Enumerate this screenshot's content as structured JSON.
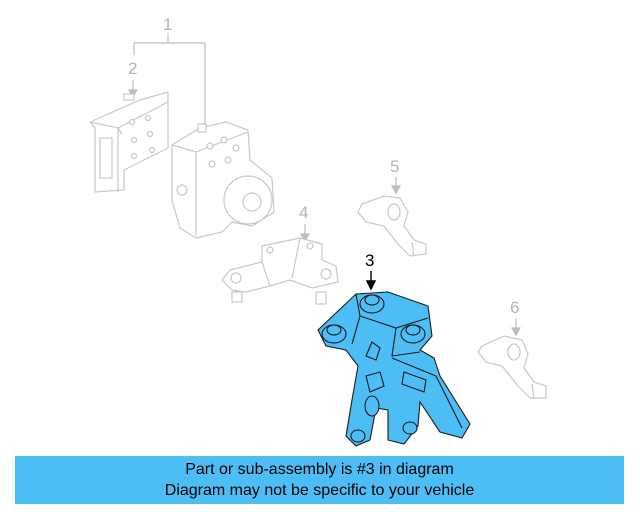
{
  "callouts": {
    "c1": "1",
    "c2": "2",
    "c3": "3",
    "c4": "4",
    "c5": "5",
    "c6": "6"
  },
  "banner": {
    "line1": "Part or sub-assembly is #3 in diagram",
    "line2": "Diagram may not be specific to your vehicle"
  },
  "colors": {
    "highlight": "#4dbdf5",
    "ghost_line": "#c8c8c8",
    "banner_bg": "#4dbdf5"
  }
}
